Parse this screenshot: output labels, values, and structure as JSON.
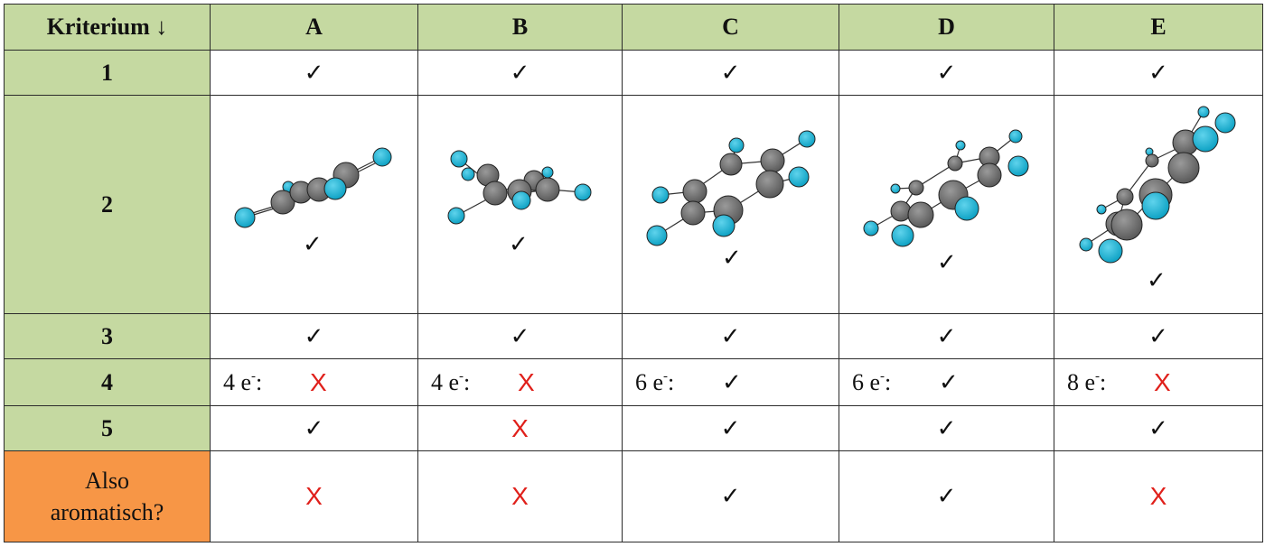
{
  "header": {
    "criterion": "Kriterium ↓",
    "columns": [
      "A",
      "B",
      "C",
      "D",
      "E"
    ]
  },
  "rows": {
    "r1": "1",
    "r2": "2",
    "r3": "3",
    "r4": "4",
    "r5": "5",
    "aromatic": [
      "Also",
      "aromatisch?"
    ]
  },
  "electrons": {
    "A": "4 e",
    "B": "4 e",
    "C": "6 e",
    "D": "6 e",
    "E": "8 e",
    "superscript": "-",
    "colon": ":"
  },
  "marks": {
    "check": "✓",
    "cross": "X"
  },
  "results": {
    "row1": [
      "check",
      "check",
      "check",
      "check",
      "check"
    ],
    "row2": [
      "check",
      "check",
      "check",
      "check",
      "check"
    ],
    "row3": [
      "check",
      "check",
      "check",
      "check",
      "check"
    ],
    "row4": [
      "cross",
      "cross",
      "check",
      "check",
      "cross"
    ],
    "row5": [
      "check",
      "cross",
      "check",
      "check",
      "check"
    ],
    "aromatic": [
      "cross",
      "cross",
      "check",
      "check",
      "cross"
    ]
  },
  "colors": {
    "header_green": "#c5d9a1",
    "orange": "#f79646",
    "cross_red": "#e0201b",
    "carbon_gray": "#707070",
    "hydrogen_cyan": "#13b5d6"
  }
}
